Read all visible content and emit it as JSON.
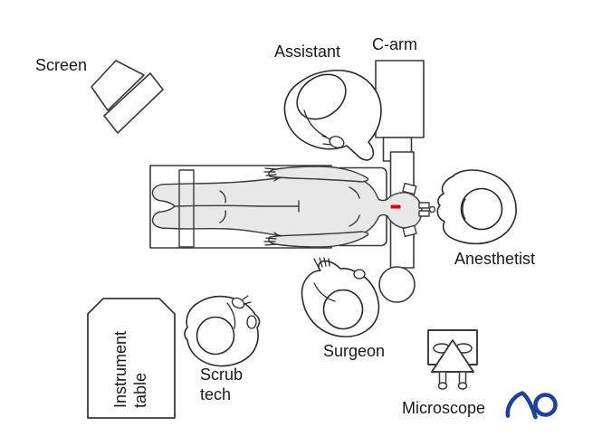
{
  "diagram": {
    "labels": {
      "screen": "Screen",
      "assistant": "Assistant",
      "c_arm": "C-arm",
      "anesthetist": "Anesthetist",
      "surgeon": "Surgeon",
      "scrub_tech": "Scrub tech",
      "instrument_table": "Instrument table",
      "microscope": "Microscope"
    },
    "logo": {
      "text": "AO",
      "color": "#1c429c"
    },
    "colors": {
      "outline": "#3a3a3a",
      "figure_outline": "#2b2b2b",
      "body_fill": "#e8e8e8",
      "incision_red": "#e3000f",
      "logo_blue": "#1c429c",
      "label_text": "#1a1a1a",
      "background": "#ffffff"
    }
  }
}
